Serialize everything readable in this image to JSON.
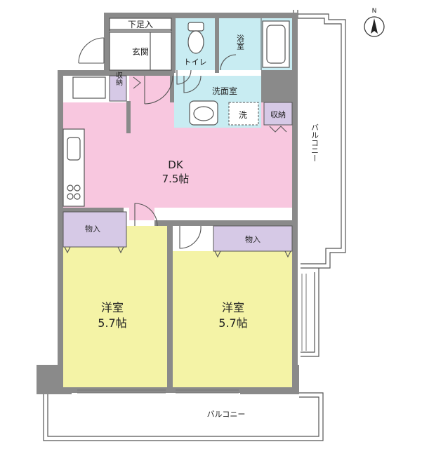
{
  "north": {
    "label": "N"
  },
  "rooms": {
    "shoe_storage": "下足入",
    "entrance": "玄関",
    "toilet": "トイレ",
    "bathroom": "浴室",
    "washroom": "洗面室",
    "washer": "洗",
    "storage_entry": "収納",
    "storage_wash": "収納",
    "dk_name": "DK",
    "dk_size": "7.5帖",
    "closet_left": "物入",
    "closet_right": "物入",
    "western_left_name": "洋室",
    "western_left_size": "5.7帖",
    "western_right_name": "洋室",
    "western_right_size": "5.7帖",
    "balcony_side": "バルコニー",
    "balcony_bottom": "バルコニー"
  },
  "colors": {
    "wall": "#8a8a8a",
    "dk": "#f8c7df",
    "western": "#f4f3a6",
    "wet": "#c8ecf2",
    "closet": "#d6c9e6",
    "line": "#555555"
  }
}
